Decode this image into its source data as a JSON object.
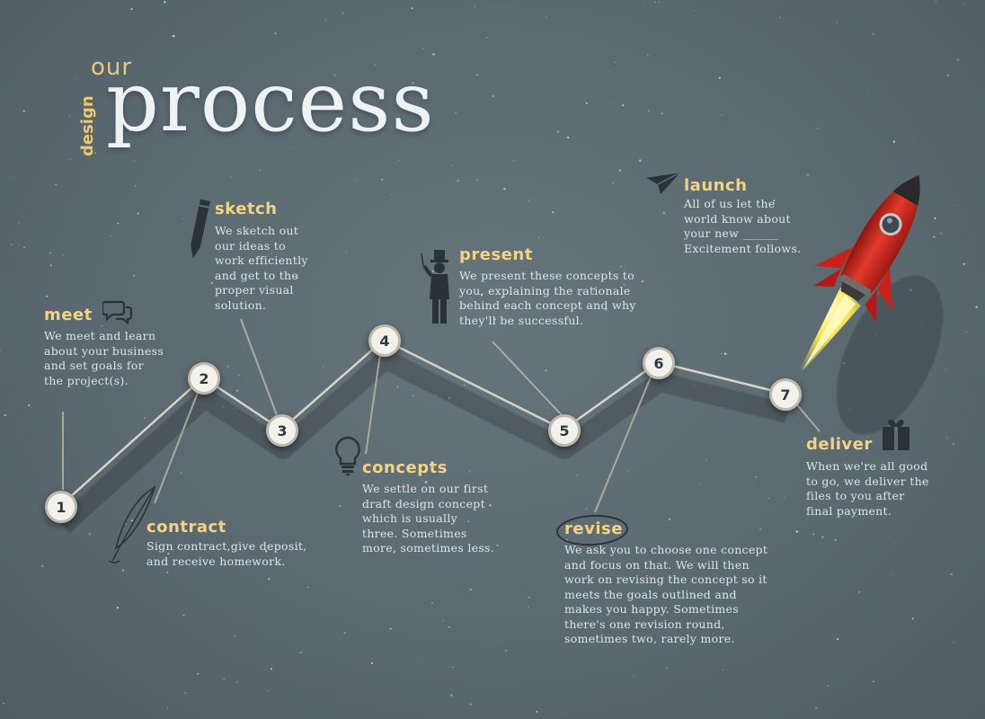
{
  "title": {
    "our": "our",
    "design": "design",
    "process": "process"
  },
  "colors": {
    "background": "#5d6b73",
    "accent": "#f4d384",
    "text": "#dfe4e4",
    "node": "#f3f1ec",
    "rocket": "#d8231e"
  },
  "steps": [
    {
      "number": "1",
      "title": "meet",
      "icon": "speech-bubbles-icon",
      "desc": "We meet and learn\nabout your business\nand set goals for\nthe project(s)."
    },
    {
      "number": "2",
      "title": "contract",
      "icon": "quill-pen-icon",
      "desc": "Sign contract,give deposit,\nand receive homework."
    },
    {
      "number": "3",
      "title": "sketch",
      "icon": "pencil-icon",
      "desc": "We sketch out\nour ideas to\nwork efficiently\nand get to the\nproper visual\nsolution."
    },
    {
      "number": "4",
      "title": "concepts",
      "icon": "lightbulb-icon",
      "desc": "We settle on our first\ndraft design concept\nwhich is usually\nthree. Sometimes\nmore, sometimes less."
    },
    {
      "number": "5",
      "title": "present",
      "icon": "presenter-icon",
      "desc": "We present these concepts to\nyou, explaining the rationale\nbehind each concept and why\nthey'll be successful."
    },
    {
      "number": "6",
      "title": "revise",
      "icon": "circle-marker-icon",
      "desc": "We ask you to choose one concept\nand focus on that. We will then\nwork on revising the concept so it\nmeets the goals outlined and\nmakes you happy. Sometimes\nthere's one revision round,\nsometimes two, rarely more."
    },
    {
      "number": "7",
      "title": "deliver",
      "icon": "gift-icon",
      "desc": "When we're all good\nto go, we deliver the\nfiles to you after\nfinal payment."
    }
  ],
  "launch": {
    "title": "launch",
    "icon": "paper-plane-icon",
    "desc": "All of us let the\nworld know about\nyour new ______\nExcitement follows."
  },
  "rocket_icon": "rocket-icon"
}
